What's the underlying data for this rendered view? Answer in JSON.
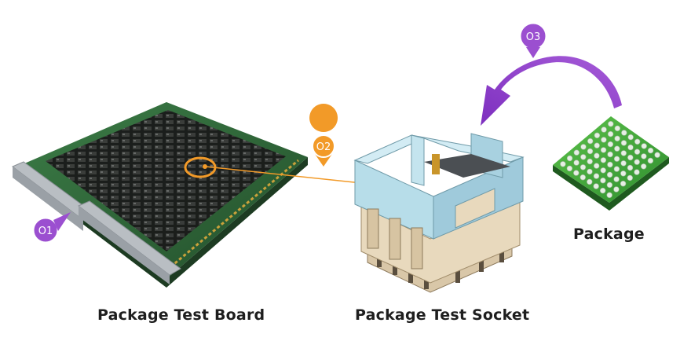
{
  "captions": {
    "board": "Package Test Board",
    "socket": "Package Test Socket",
    "package": "Package"
  },
  "markers": [
    {
      "id": "01",
      "label": "O1",
      "color": "#9b4fd0"
    },
    {
      "id": "02",
      "label": "O2",
      "color": "#f29a28"
    },
    {
      "id": "03",
      "label": "O3",
      "color": "#9b4fd0"
    }
  ],
  "colors": {
    "purple": "#8e3fc9",
    "orange": "#f29a28",
    "board_green": "#2f6b3a",
    "socket_blue": "#a9d5e2",
    "package_green": "#3aa83a"
  },
  "icons": {
    "board": "pcb-board-icon",
    "socket": "test-socket-icon",
    "package": "bga-chip-icon",
    "arrow": "curved-arrow-icon"
  }
}
